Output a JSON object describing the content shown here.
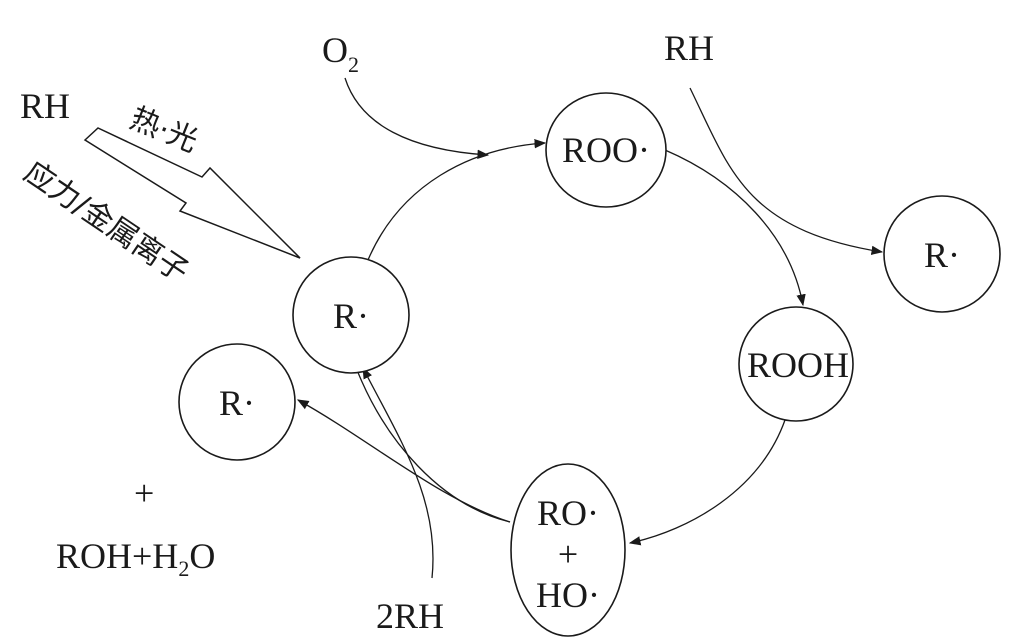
{
  "nodes": {
    "r_center": "R·",
    "roo": "ROO·",
    "r_right": "R·",
    "rooh": "ROOH",
    "ro_top": "RO·",
    "ro_plus": "+",
    "ho": "HO·",
    "r_left": "R·"
  },
  "labels": {
    "o2_main": "O",
    "o2_sub": "2",
    "rh_top": "RH",
    "rh_left": "RH",
    "heat_light": "热·光",
    "stress_line1": "应力/金属离子",
    "two_rh": "2RH",
    "plus": "+",
    "roh_h2o_a": "ROH+H",
    "roh_h2o_sub": "2",
    "roh_h2o_b": "O"
  }
}
